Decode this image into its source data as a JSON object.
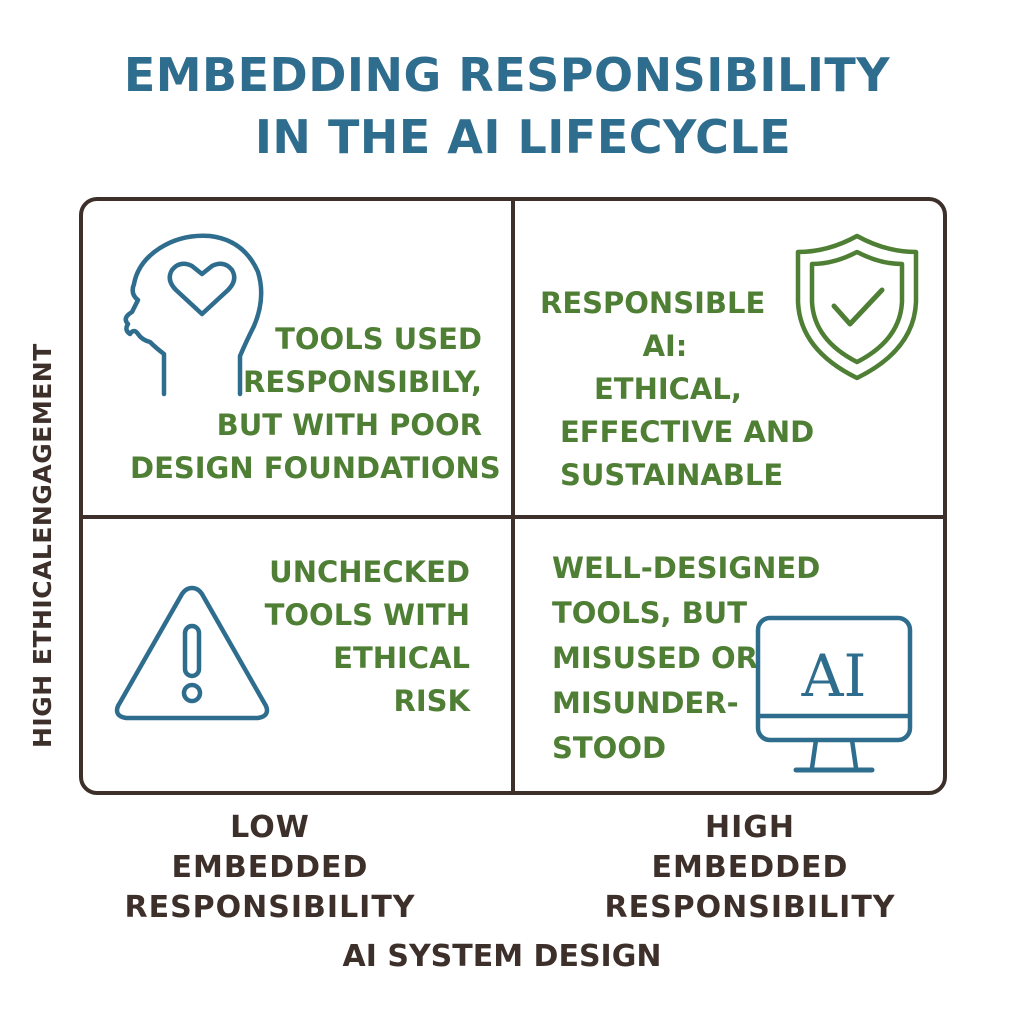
{
  "title": {
    "line1": "EMBEDDING RESPONSIBILITY",
    "line2": "IN THE AI LIFECYCLE"
  },
  "axes": {
    "y_label": "HIGH ETHICALENGAGEMENT",
    "x_low": [
      "LOW",
      "EMBEDDED",
      "RESPONSIBILITY"
    ],
    "x_high": [
      "HIGH",
      "EMBEDDED",
      "RESPONSIBILITY"
    ],
    "x_title": "AI SYSTEM DESIGN"
  },
  "quadrants": {
    "top_left": {
      "icon": "head-heart-icon",
      "lines": [
        "TOOLS USED",
        "RESPONSIBILY,",
        "BUT WITH POOR",
        "DESIGN FOUNDATIONS"
      ]
    },
    "top_right": {
      "icon": "shield-check-icon",
      "lines": [
        "RESPONSIBLE",
        "AI:",
        "ETHICAL,",
        "EFFECTIVE  AND",
        "SUSTAINABLE"
      ]
    },
    "bottom_left": {
      "icon": "warning-icon",
      "lines": [
        "UNCHECKED",
        "TOOLS WITH",
        "ETHICAL",
        "RISK"
      ]
    },
    "bottom_right": {
      "icon": "ai-monitor-icon",
      "icon_text": "AI",
      "lines": [
        "WELL-DESIGNED",
        "TOOLS, BUT",
        "MISUSED OR",
        "MISUNDER-",
        "STOOD"
      ]
    }
  },
  "colors": {
    "title": "#2f6d8e",
    "quadrant_text": "#4f7f34",
    "frame": "#3d2f2a",
    "icon_blue": "#2f6d8e",
    "icon_green": "#4f7f34"
  }
}
